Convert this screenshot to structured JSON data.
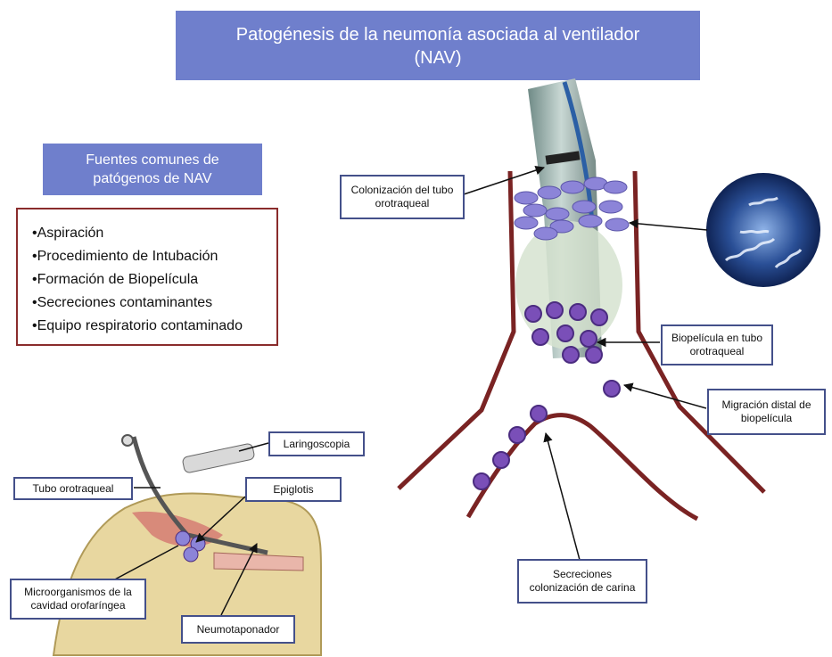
{
  "title": {
    "line1": "Patogénesis de la neumonía asociada al ventilador",
    "line2": "(NAV)"
  },
  "sources": {
    "heading": {
      "line1": "Fuentes comunes de",
      "line2": "patógenos de NAV"
    },
    "items": [
      "Aspiración",
      "Procedimiento de Intubación",
      "Formación de Biopelícula",
      "Secreciones contaminantes",
      "Equipo respiratorio contaminado"
    ]
  },
  "labels": {
    "colonizacion_tubo": {
      "line1": "Colonización del tubo",
      "line2": "orotraqueal"
    },
    "biopelicula_tubo": {
      "line1": "Biopelícula en tubo",
      "line2": "orotraqueal"
    },
    "migracion": {
      "line1": "Migración distal de",
      "line2": "biopelícula"
    },
    "secreciones": {
      "line1": "Secreciones",
      "line2": "colonización de carina"
    },
    "laringoscopia": "Laringoscopia",
    "tubo_orotraqueal": "Tubo orotraqueal",
    "epiglotis": "Epiglotis",
    "microorganismos": {
      "line1": "Microorganismos de la",
      "line2": "cavidad orofaríngea"
    },
    "neumotaponador": "Neumotaponador"
  },
  "colors": {
    "header_blue": "#6f7fcc",
    "trachea": "#7a2323",
    "bacteria": "#8c84d8",
    "biofilm": "#7a4fb8"
  }
}
